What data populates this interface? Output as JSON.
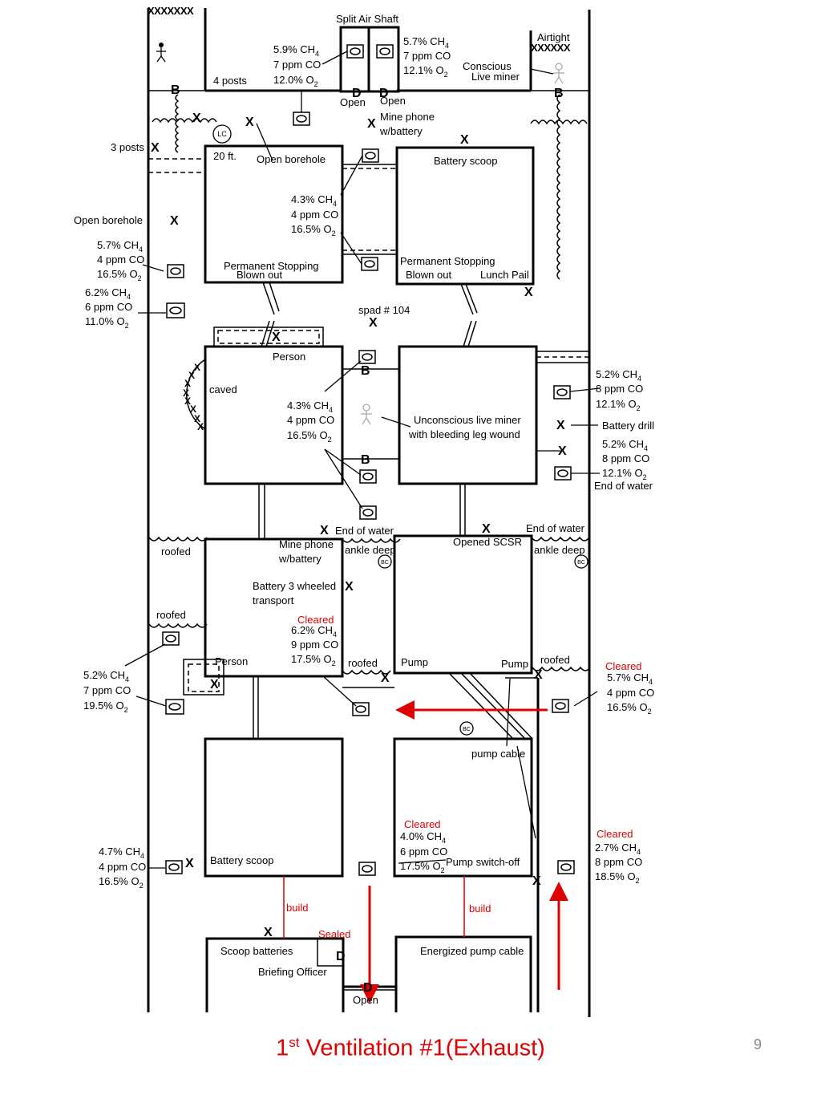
{
  "title": {
    "ordinal": "1",
    "suffix": "st",
    "rest": " Ventilation #1(Exhaust)"
  },
  "page_number": "9",
  "symbols": {
    "x": "X",
    "b": "B",
    "d": "D",
    "lc": "LC",
    "bc": "BC",
    "crosses": "XXXXXXX",
    "crosses_right": "XXXXXX"
  },
  "labels": {
    "split_air_shaft": "Split Air Shaft",
    "airtight": "Airtight",
    "conscious_1": "Conscious",
    "conscious_2": "Live miner",
    "four_posts": "4 posts",
    "open_left": "Open",
    "open_right": "Open",
    "mine_phone_1": "Mine phone",
    "mine_phone_2": "w/battery",
    "three_posts": "3 posts",
    "twenty_ft": "20 ft.",
    "open_borehole_top": "Open borehole",
    "battery_scoop_top": "Battery scoop",
    "open_borehole_left": "Open borehole",
    "perm_stop_1a": "Permanent Stopping",
    "perm_stop_1b": "Blown out",
    "perm_stop_2a": "Permanent Stopping",
    "perm_stop_2b": "Blown out",
    "lunch_pail": "Lunch Pail",
    "spad": "spad # 104",
    "person_top": "Person",
    "caved": "caved",
    "unconscious_1": "Unconscious live miner",
    "unconscious_2": "with bleeding leg wound",
    "battery_drill": "Battery drill",
    "end_water_1": "End of water",
    "end_water_2": "End of water",
    "end_water_3": "End of water",
    "opened_scsr": "Opened SCSR",
    "ankle_deep_1": "ankle deep",
    "ankle_deep_2": "ankle deep",
    "roofed_1": "roofed",
    "mine_phone_b1": "Mine phone",
    "mine_phone_b2": "w/battery",
    "transport_1": "Battery 3 wheeled",
    "transport_2": "transport",
    "roofed_2": "roofed",
    "person_bottom": "Person",
    "roofed_3": "roofed",
    "pump_1": "Pump",
    "pump_2": "Pump",
    "roofed_4": "roofed",
    "pump_cable": "pump cable",
    "battery_scoop_bottom": "Battery scoop",
    "pump_switch_off": "Pump switch-off",
    "build_1": "build",
    "build_2": "build",
    "sealed": "Sealed",
    "scoop_batteries": "Scoop batteries",
    "briefing_officer": "Briefing Officer",
    "energized_pump_cable": "Energized pump cable",
    "open_bottom": "Open"
  },
  "gas_readings": [
    {
      "ch4": "5.9% CH",
      "co": "7 ppm CO",
      "o2": "12.0% O"
    },
    {
      "ch4": "5.7% CH",
      "co": "7 ppm CO",
      "o2": "12.1% O"
    },
    {
      "ch4": "4.3% CH",
      "co": "4 ppm CO",
      "o2": "16.5% O"
    },
    {
      "ch4": "5.7% CH",
      "co": "4 ppm CO",
      "o2": "16.5% O"
    },
    {
      "ch4": "6.2% CH",
      "co": "6 ppm CO",
      "o2": "11.0% O"
    },
    {
      "ch4": "5.2% CH",
      "co": "8 ppm CO",
      "o2": "12.1% O"
    },
    {
      "ch4": "4.3% CH",
      "co": "4 ppm CO",
      "o2": "16.5% O"
    },
    {
      "ch4": "5.2% CH",
      "co": "8 ppm CO",
      "o2": "12.1% O"
    },
    {
      "status": "Cleared",
      "ch4": "6.2% CH",
      "co": "9 ppm CO",
      "o2": "17.5% O"
    },
    {
      "ch4": "5.2% CH",
      "co": "7 ppm CO",
      "o2": "19.5% O"
    },
    {
      "status": "Cleared",
      "ch4": "5.7% CH",
      "co": "4 ppm CO",
      "o2": "16.5% O"
    },
    {
      "status": "Cleared",
      "ch4": "4.0% CH",
      "co": "6 ppm CO",
      "o2": "17.5% O"
    },
    {
      "ch4": "4.7% CH",
      "co": "4 ppm CO",
      "o2": "16.5% O"
    },
    {
      "status": "Cleared",
      "ch4": "2.7% CH",
      "co": "8 ppm CO",
      "o2": "18.5% O"
    }
  ],
  "sub": {
    "ch4": "4",
    "o2": "2"
  },
  "colors": {
    "annotation": "#e00000",
    "line": "#000000"
  }
}
